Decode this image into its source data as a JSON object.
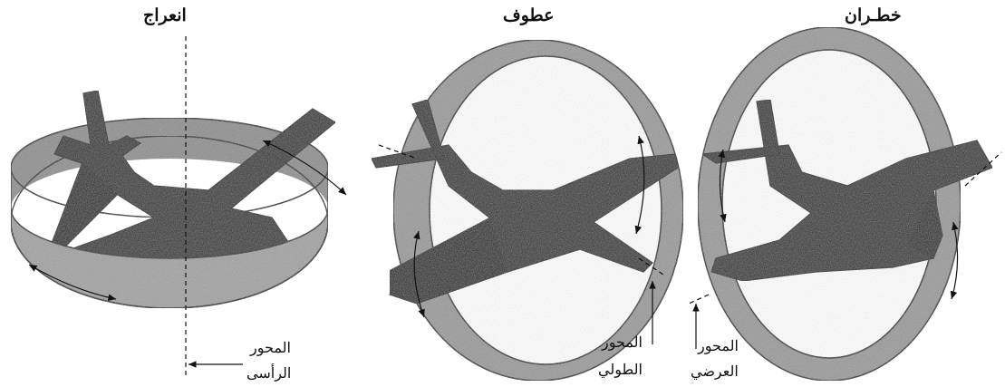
{
  "panels": {
    "yaw": {
      "title": "انعراج",
      "axis_line1": "المحور",
      "axis_line2": "الرأسى"
    },
    "roll": {
      "title": "عطوف",
      "axis_line1": "المحور",
      "axis_line2": "الطولي"
    },
    "pitch": {
      "title": "خطـران",
      "axis_line1": "المحور",
      "axis_line2": "العرضي"
    }
  },
  "colors": {
    "band": "#9a9a9a",
    "band_dark": "#6e6e6e",
    "plane": "#2b2b2b",
    "plane_dark": "#161616",
    "ink": "#111111"
  }
}
